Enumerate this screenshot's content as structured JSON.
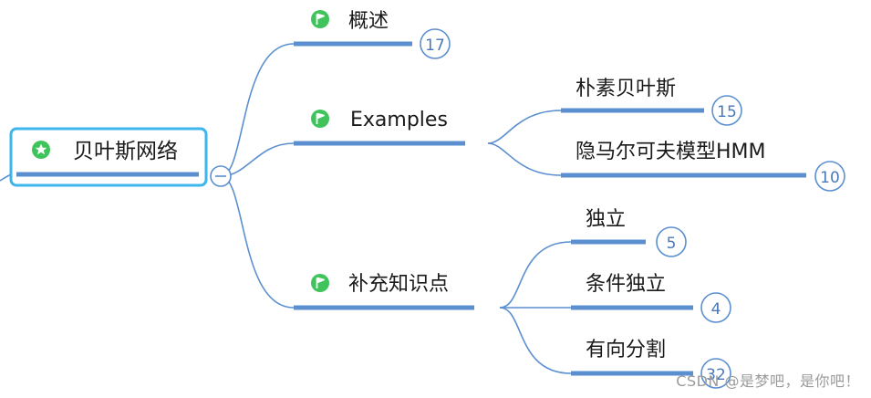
{
  "mindmap": {
    "root": {
      "label": "贝叶斯网络",
      "icon": "star-icon",
      "collapse_icon": "minus-icon"
    },
    "branches": [
      {
        "label": "概述",
        "icon": "flag-icon",
        "count": "17",
        "children": []
      },
      {
        "label": "Examples",
        "icon": "flag-icon",
        "count": "",
        "children": [
          {
            "label": "朴素贝叶斯",
            "count": "15"
          },
          {
            "label": "隐马尔可夫模型HMM",
            "count": "10"
          }
        ]
      },
      {
        "label": "补充知识点",
        "icon": "flag-icon",
        "count": "",
        "children": [
          {
            "label": "独立",
            "count": "5"
          },
          {
            "label": "条件独立",
            "count": "4"
          },
          {
            "label": "有向分割",
            "count": "32"
          }
        ]
      }
    ]
  },
  "colors": {
    "line": "#5b8fd0",
    "root_border": "#3cb6ec",
    "flag_green": "#3ec45b",
    "text": "#1a1a1a",
    "badge_text": "#4a78b8"
  },
  "watermark": "CSDN @是梦吧，是你吧！"
}
